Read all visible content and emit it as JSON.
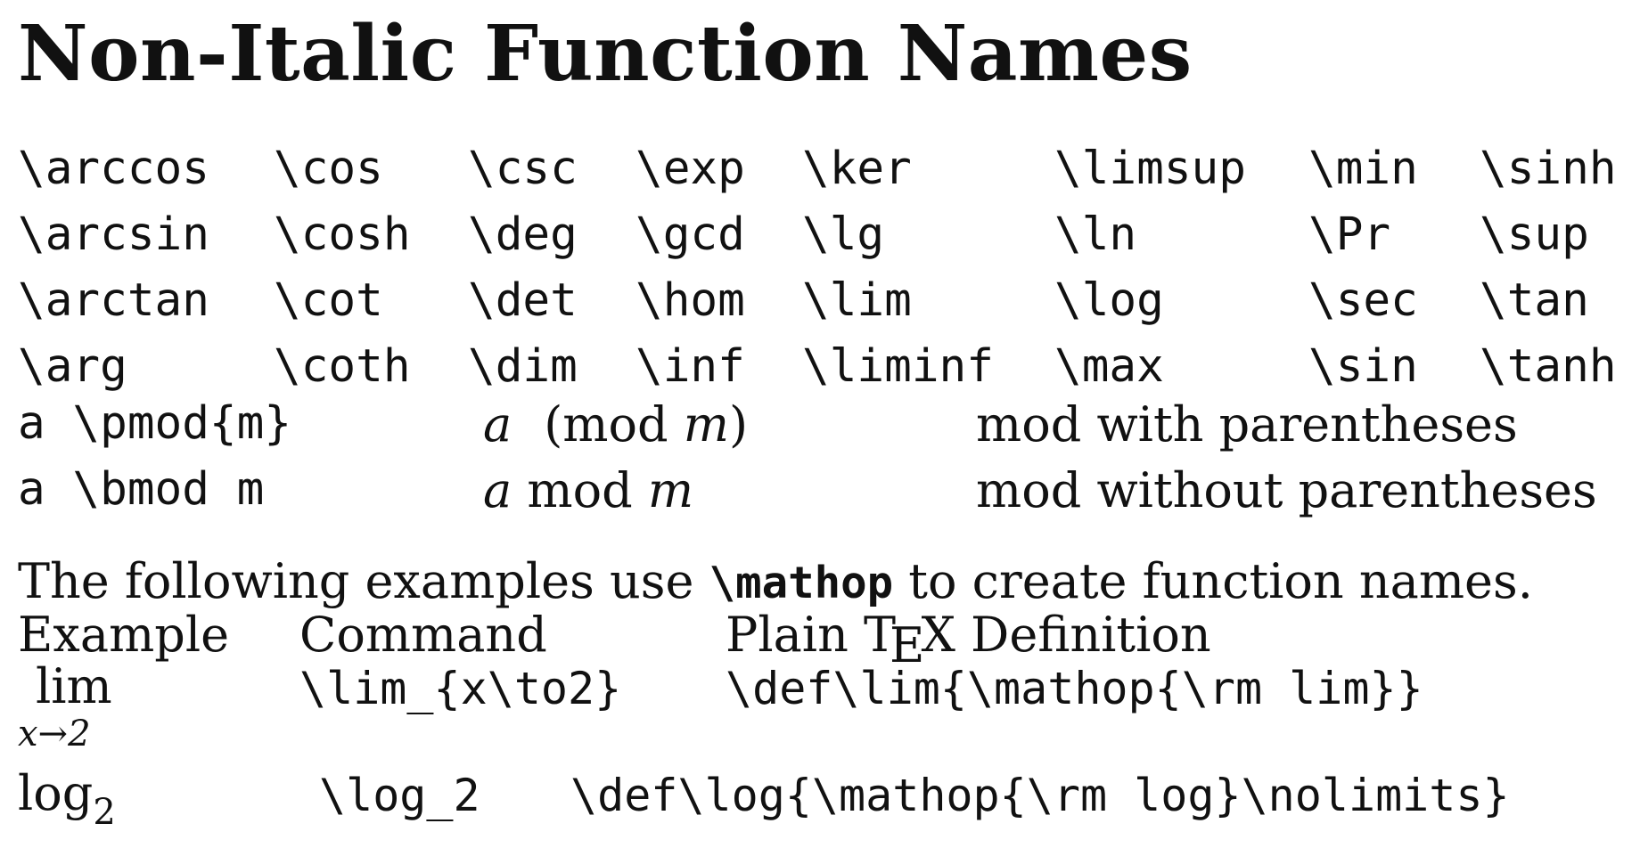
{
  "page": {
    "title": "Non-Italic Function Names"
  },
  "commands": {
    "rows": [
      [
        "\\arccos",
        "\\cos",
        "\\csc",
        "\\exp",
        "\\ker",
        "\\limsup",
        "\\min",
        "\\sinh"
      ],
      [
        "\\arcsin",
        "\\cosh",
        "\\deg",
        "\\gcd",
        "\\lg",
        "\\ln",
        "\\Pr",
        "\\sup"
      ],
      [
        "\\arctan",
        "\\cot",
        "\\det",
        "\\hom",
        "\\lim",
        "\\log",
        "\\sec",
        "\\tan"
      ],
      [
        "\\arg",
        "\\coth",
        "\\dim",
        "\\inf",
        "\\liminf",
        "\\max",
        "\\sin",
        "\\tanh"
      ]
    ]
  },
  "mod": {
    "pmod": {
      "code": "a \\pmod{m}",
      "math_a": "a",
      "math_open": "(mod ",
      "math_m": "m",
      "math_close": ")",
      "description": "mod with parentheses"
    },
    "bmod": {
      "code": "a \\bmod m",
      "math_a": "a",
      "math_mod": " mod ",
      "math_m": "m",
      "description": "mod without parentheses"
    }
  },
  "mathop": {
    "intro_before": "The following examples use ",
    "intro_code": "\\mathop",
    "intro_after": " to create function names.",
    "headers": {
      "example": "Example",
      "command": "Command",
      "definition_prefix": "Plain T",
      "definition_e": "E",
      "definition_suffix": "X Definition"
    },
    "examples": [
      {
        "example_main": "lim",
        "example_below": "x→2",
        "command": "\\lim_{x\\to2}",
        "definition": "\\def\\lim{\\mathop{\\rm lim}}"
      },
      {
        "example_main": "log",
        "example_sub": "2",
        "command": "\\log_2",
        "definition": "\\def\\log{\\mathop{\\rm log}\\nolimits}"
      }
    ]
  }
}
